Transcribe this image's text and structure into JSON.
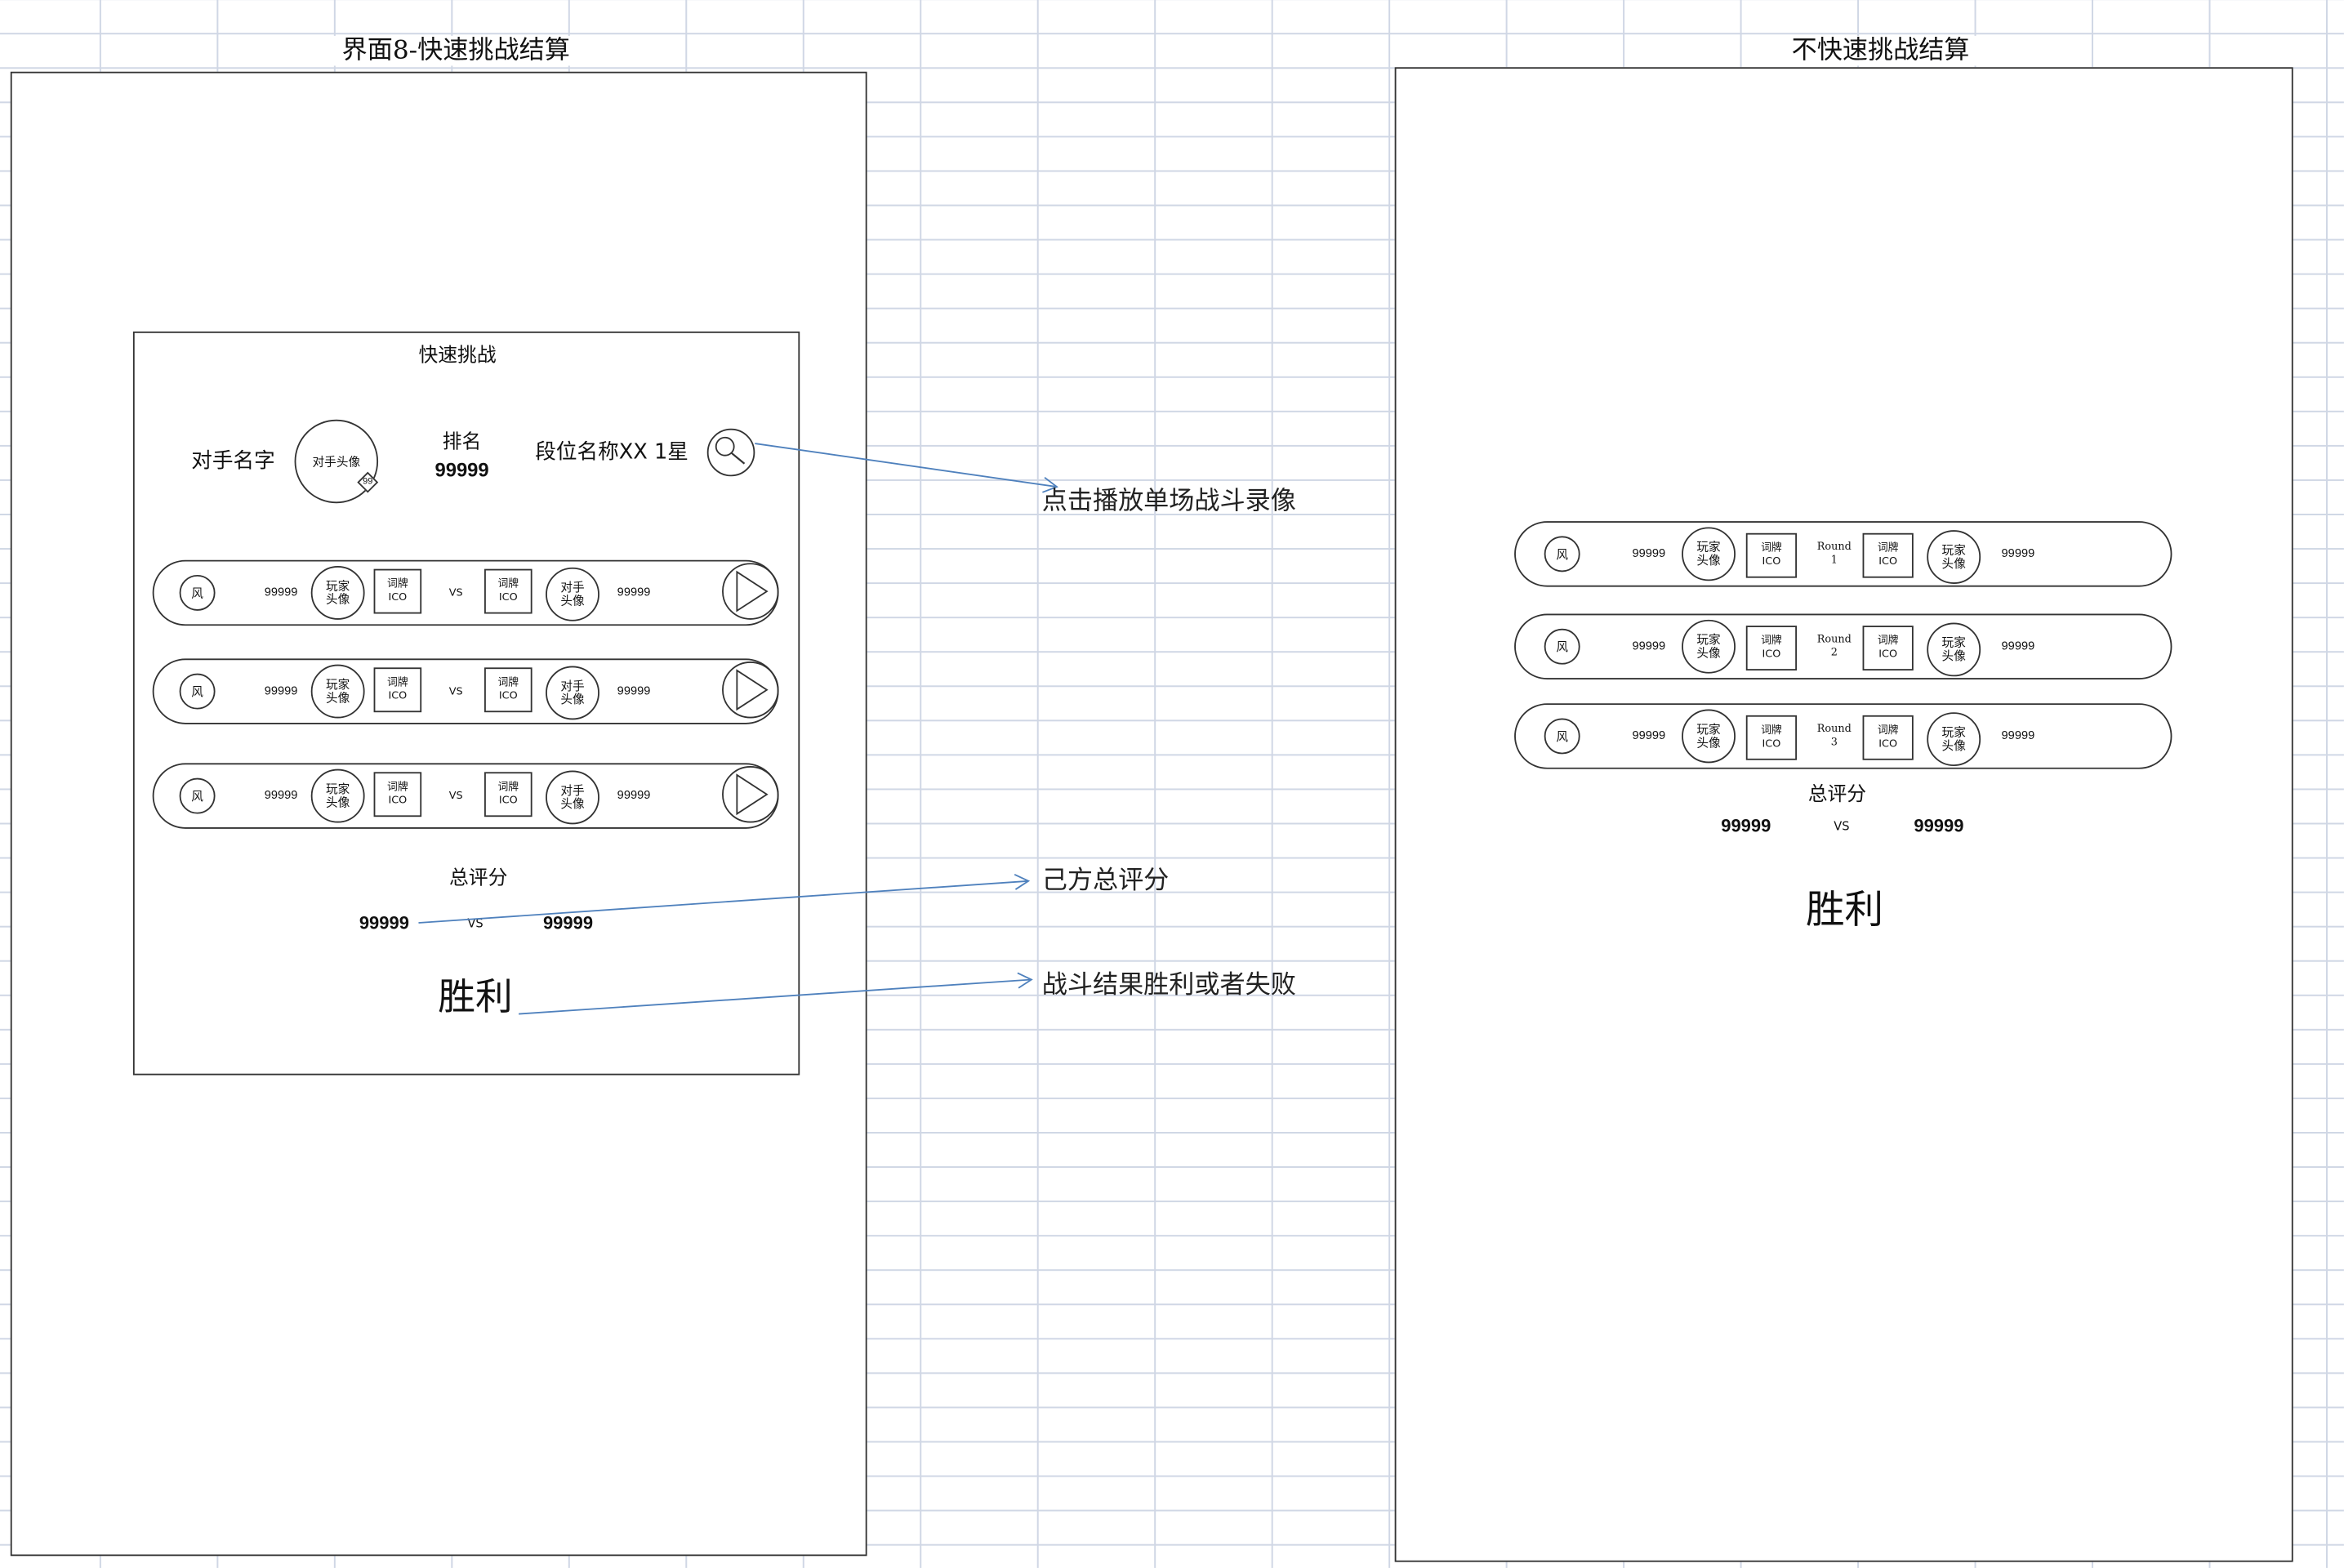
{
  "sheet": {
    "left_title": "界面8-快速挑战结算",
    "right_title": "不快速挑战结算"
  },
  "colors": {
    "frame": "#333333",
    "grid": "#d0d7e5",
    "annotation": "#4f81bd"
  },
  "icons": {
    "replay": "magnifier-icon",
    "play": "play-icon"
  },
  "quick": {
    "title": "快速挑战",
    "opponent_name": "对手名字",
    "opponent_avatar": "对手头像",
    "opponent_badge": "99",
    "rank_label": "排名",
    "rank_value": "99999",
    "tier": "段位名称XX 1星",
    "vs": "VS",
    "rounds": [
      {
        "element": "风",
        "self_score": "99999",
        "self_avatar": "玩家\n头像",
        "self_card": "词牌\nICO",
        "opp_card": "词牌\nICO",
        "opp_avatar": "对手\n头像",
        "opp_score": "99999"
      },
      {
        "element": "风",
        "self_score": "99999",
        "self_avatar": "玩家\n头像",
        "self_card": "词牌\nICO",
        "opp_card": "词牌\nICO",
        "opp_avatar": "对手\n头像",
        "opp_score": "99999"
      },
      {
        "element": "风",
        "self_score": "99999",
        "self_avatar": "玩家\n头像",
        "self_card": "词牌\nICO",
        "opp_card": "词牌\nICO",
        "opp_avatar": "对手\n头像",
        "opp_score": "99999"
      }
    ],
    "total_label": "总评分",
    "total_self": "99999",
    "total_opponent": "99999",
    "result": "胜利"
  },
  "notes": {
    "replay": "点击播放单场战斗录像",
    "self_total": "己方总评分",
    "result": "战斗结果胜利或者失败"
  },
  "normal": {
    "vs": "VS",
    "rounds": [
      {
        "element": "风",
        "self_score": "99999",
        "self_avatar": "玩家\n头像",
        "self_card": "词牌\nICO",
        "round": "Round\n1",
        "opp_card": "词牌\nICO",
        "opp_avatar": "玩家\n头像",
        "opp_score": "99999"
      },
      {
        "element": "风",
        "self_score": "99999",
        "self_avatar": "玩家\n头像",
        "self_card": "词牌\nICO",
        "round": "Round\n2",
        "opp_card": "词牌\nICO",
        "opp_avatar": "玩家\n头像",
        "opp_score": "99999"
      },
      {
        "element": "风",
        "self_score": "99999",
        "self_avatar": "玩家\n头像",
        "self_card": "词牌\nICO",
        "round": "Round\n3",
        "opp_card": "词牌\nICO",
        "opp_avatar": "玩家\n头像",
        "opp_score": "99999"
      }
    ],
    "total_label": "总评分",
    "total_self": "99999",
    "total_opponent": "99999",
    "result": "胜利"
  }
}
